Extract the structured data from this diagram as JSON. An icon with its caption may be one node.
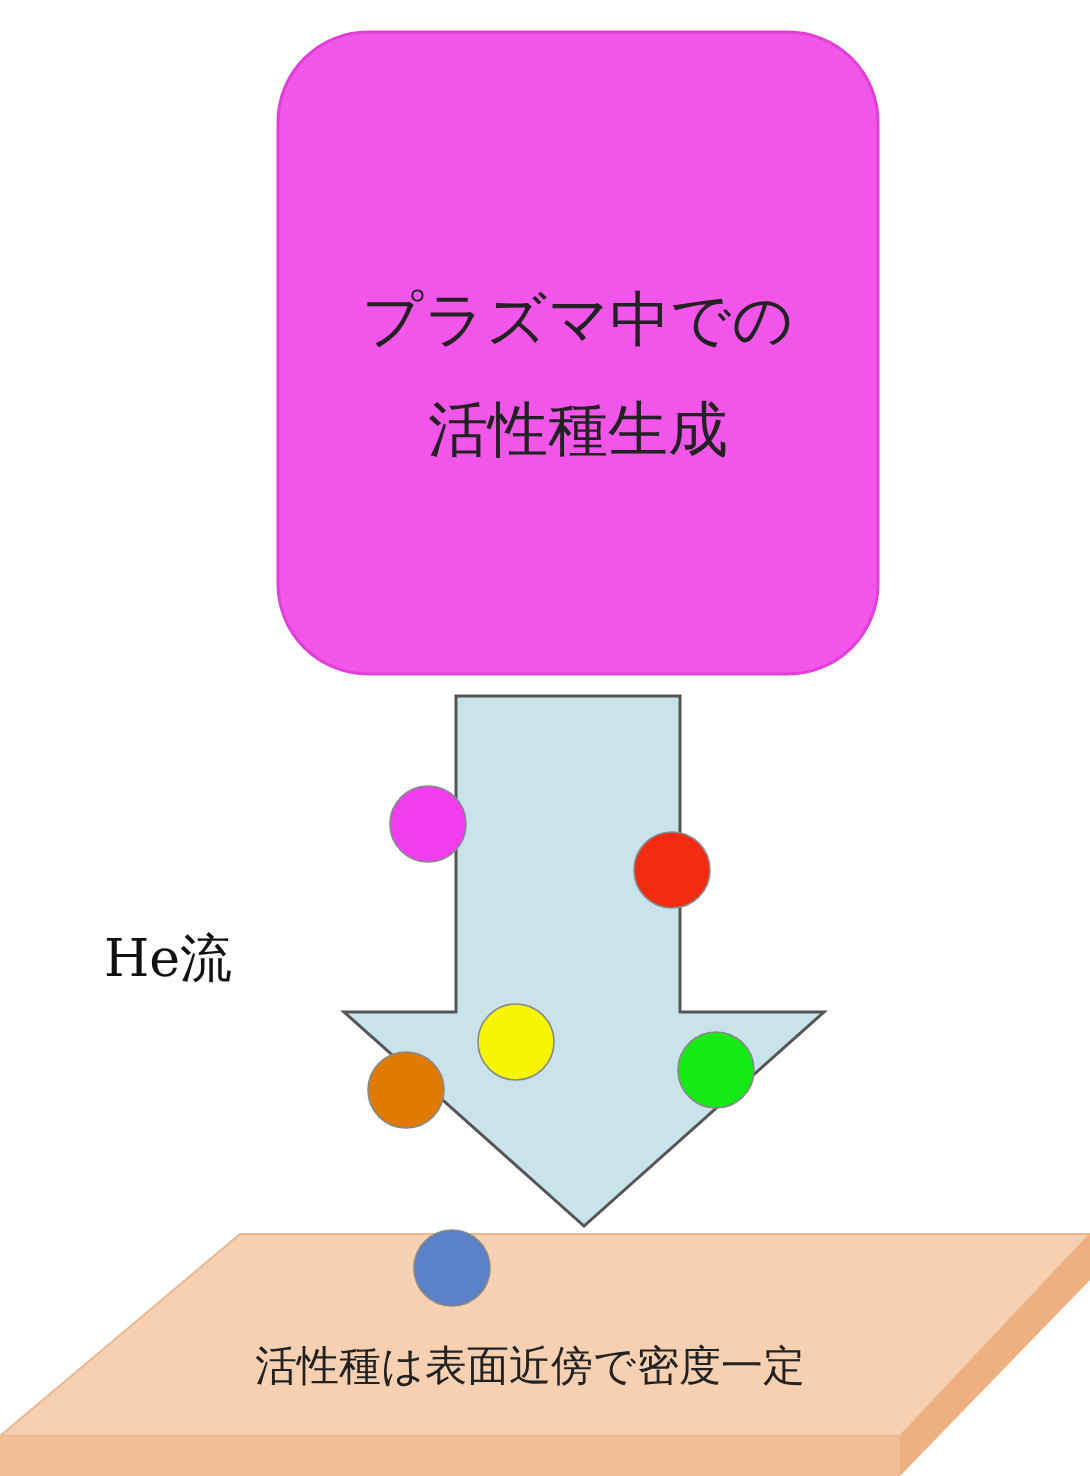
{
  "diagram": {
    "nodes": [
      {
        "text": [
          "プラズマ中での活性種生成"
        ]
      },
      {
        "text": [
          "活性種は表面近傍で密度一定"
        ]
      }
    ],
    "edges": [
      {
        "from": 0,
        "to": 1,
        "arrow": "to"
      }
    ],
    "labels": [
      "He流"
    ]
  }
}
